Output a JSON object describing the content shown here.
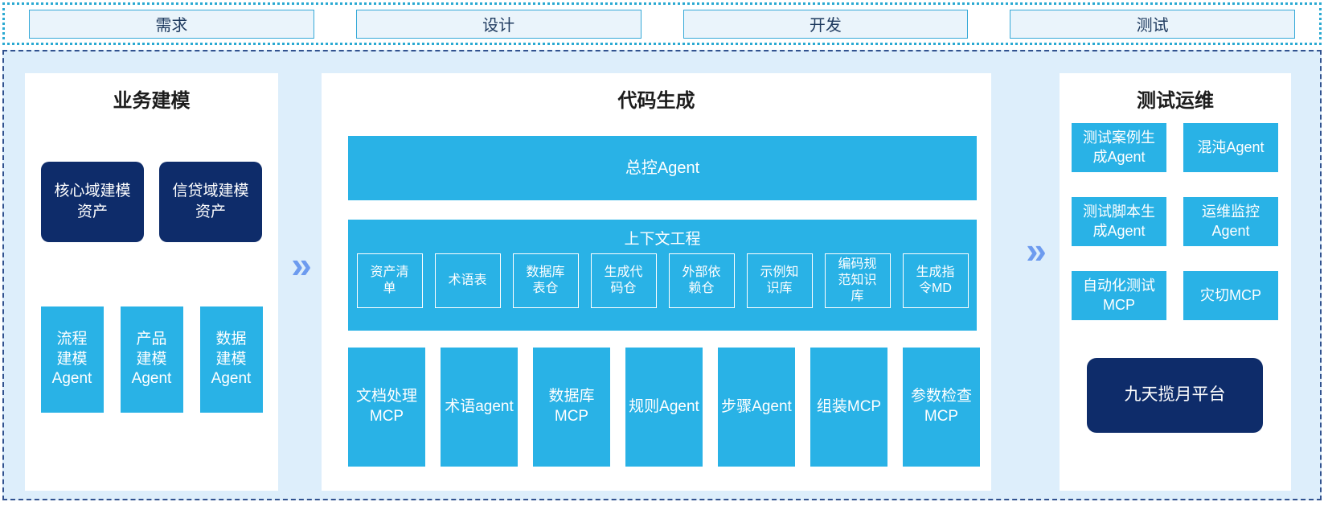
{
  "arrow": "»",
  "phases": [
    {
      "label": "需求"
    },
    {
      "label": "设计"
    },
    {
      "label": "开发"
    },
    {
      "label": "测试"
    }
  ],
  "business": {
    "title": "业务建模",
    "assets": [
      {
        "label": "核心域建模\n资产"
      },
      {
        "label": "信贷域建模\n资产"
      }
    ],
    "agents": [
      {
        "label": "流程\n建模\nAgent"
      },
      {
        "label": "产品\n建模\nAgent"
      },
      {
        "label": "数据\n建模\nAgent"
      }
    ]
  },
  "codegen": {
    "title": "代码生成",
    "master_agent": "总控Agent",
    "context": {
      "title": "上下文工程",
      "items": [
        {
          "label": "资产清\n单"
        },
        {
          "label": "术语表"
        },
        {
          "label": "数据库\n表仓"
        },
        {
          "label": "生成代\n码仓"
        },
        {
          "label": "外部依\n赖仓"
        },
        {
          "label": "示例知\n识库"
        },
        {
          "label": "编码规\n范知识\n库"
        },
        {
          "label": "生成指\n令MD"
        }
      ]
    },
    "tools": [
      {
        "label": "文档处理\nMCP"
      },
      {
        "label": "术语agent"
      },
      {
        "label": "数据库\nMCP"
      },
      {
        "label": "规则Agent"
      },
      {
        "label": "步骤Agent"
      },
      {
        "label": "组装MCP"
      },
      {
        "label": "参数检查\nMCP"
      }
    ]
  },
  "testing": {
    "title": "测试运维",
    "boxes": [
      {
        "label": "测试案例生\n成Agent"
      },
      {
        "label": "混沌Agent"
      },
      {
        "label": "测试脚本生\n成Agent"
      },
      {
        "label": "运维监控\nAgent"
      },
      {
        "label": "自动化测试\nMCP"
      },
      {
        "label": "灾切MCP"
      }
    ],
    "platform": "九天揽月平台"
  },
  "colors": {
    "cyan": "#29b2e6",
    "navy": "#0e2c6a",
    "area_bg": "#ddeefb",
    "panel_bg": "#ffffff",
    "chevron": "#6d9bef",
    "phase_fill": "#eaf4fb",
    "phase_border": "#36a9d8",
    "dotted_border": "#2aa9d2",
    "dashed_border": "#31528f"
  }
}
